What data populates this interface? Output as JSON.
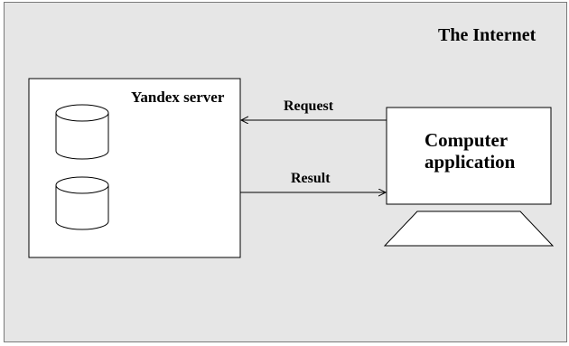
{
  "internet": {
    "label": "The Internet"
  },
  "server": {
    "label": "Yandex server",
    "databases": [
      "database-1",
      "database-2"
    ]
  },
  "request": {
    "label": "Request"
  },
  "result": {
    "label": "Result"
  },
  "computer": {
    "label_line1": "Computer",
    "label_line2": "application"
  },
  "colors": {
    "frame_fill": "#e6e6e6",
    "frame_border": "#7a7a7a",
    "box_fill": "#ffffff",
    "line": "#000000"
  },
  "icons": [
    "database-icon",
    "database-icon",
    "monitor-icon",
    "keyboard-base-icon",
    "arrow-left-icon",
    "arrow-right-icon"
  ]
}
